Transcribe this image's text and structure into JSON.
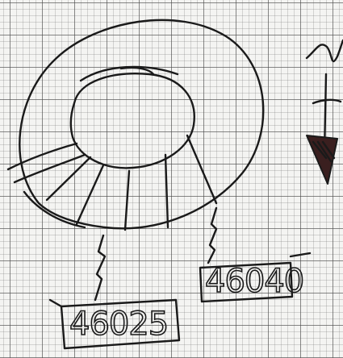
{
  "diagram": {
    "labels": [
      {
        "id": "left",
        "text": "46025"
      },
      {
        "id": "right",
        "text": "46040"
      }
    ]
  },
  "colors": {
    "ink": "#1a1a1a",
    "paper": "#f4f4f2",
    "grid": "#7a7a7a",
    "hatch": "#3a1f1f"
  }
}
